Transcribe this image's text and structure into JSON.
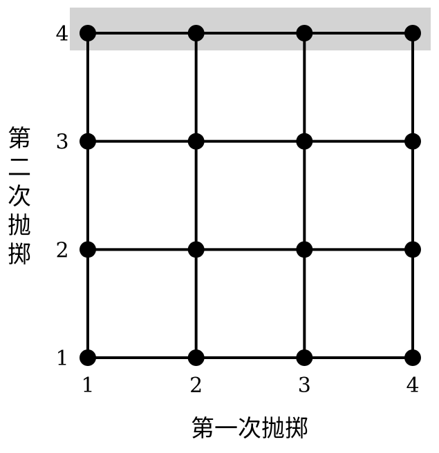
{
  "x_axis": {
    "title": "第一次抛掷",
    "ticks": [
      "1",
      "2",
      "3",
      "4"
    ]
  },
  "y_axis": {
    "title": "第二次抛掷",
    "ticks": [
      "1",
      "2",
      "3",
      "4"
    ]
  },
  "highlight": {
    "row_value": 4,
    "color": "#d3d3d3"
  },
  "colors": {
    "line": "#000000",
    "point": "#000000"
  },
  "chart_data": {
    "type": "scatter",
    "x": [
      1,
      2,
      3,
      4
    ],
    "y": [
      1,
      2,
      3,
      4
    ],
    "points": [
      [
        1,
        1
      ],
      [
        2,
        1
      ],
      [
        3,
        1
      ],
      [
        4,
        1
      ],
      [
        1,
        2
      ],
      [
        2,
        2
      ],
      [
        3,
        2
      ],
      [
        4,
        2
      ],
      [
        1,
        3
      ],
      [
        2,
        3
      ],
      [
        3,
        3
      ],
      [
        4,
        3
      ],
      [
        1,
        4
      ],
      [
        2,
        4
      ],
      [
        3,
        4
      ],
      [
        4,
        4
      ]
    ],
    "xlabel": "第一次抛掷",
    "ylabel": "第二次抛掷",
    "xlim": [
      1,
      4
    ],
    "ylim": [
      1,
      4
    ],
    "grid": true,
    "highlighted_row": 4
  }
}
